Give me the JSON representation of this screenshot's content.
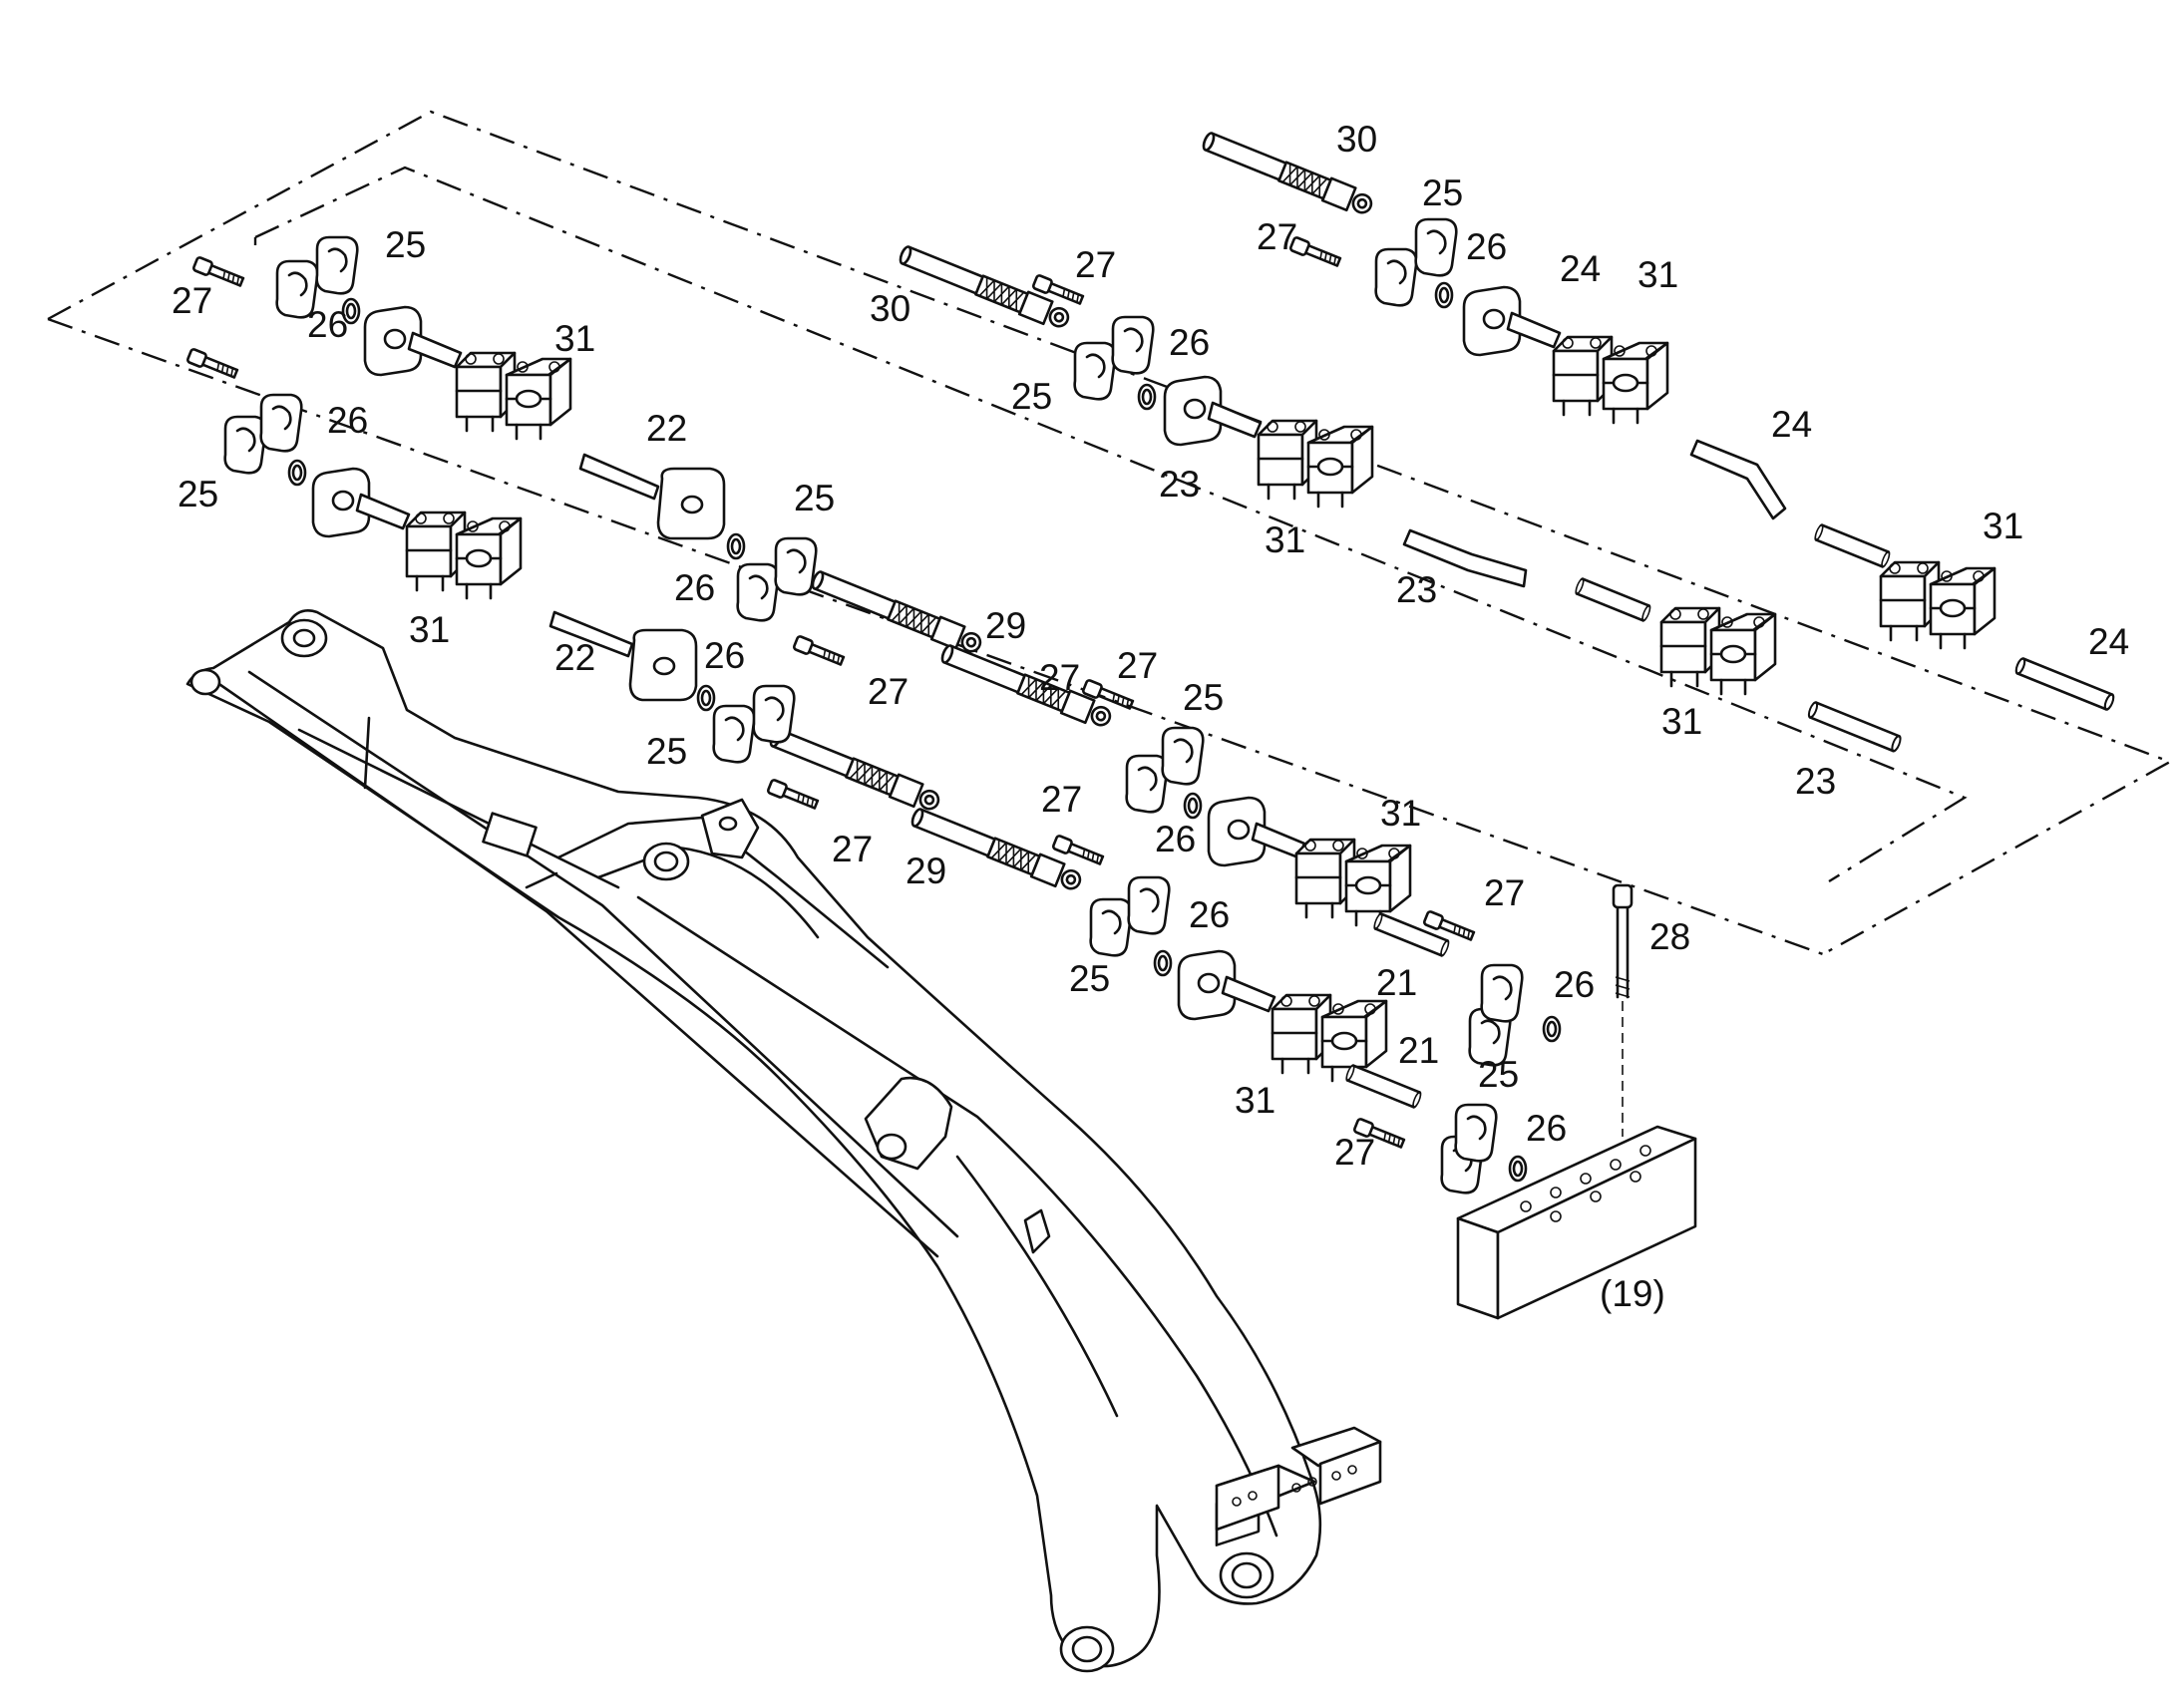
{
  "diagram": {
    "labels": [
      {
        "id": "l30a",
        "text": "30"
      },
      {
        "id": "l25a",
        "text": "25"
      },
      {
        "id": "l27a",
        "text": "27"
      },
      {
        "id": "l26a",
        "text": "26"
      },
      {
        "id": "l24a",
        "text": "24"
      },
      {
        "id": "l31a",
        "text": "31"
      },
      {
        "id": "l27b",
        "text": "27"
      },
      {
        "id": "l30b",
        "text": "30"
      },
      {
        "id": "l26b",
        "text": "26"
      },
      {
        "id": "l25b",
        "text": "25"
      },
      {
        "id": "l24b",
        "text": "24"
      },
      {
        "id": "l23a",
        "text": "23"
      },
      {
        "id": "l31b",
        "text": "31"
      },
      {
        "id": "l31c",
        "text": "31"
      },
      {
        "id": "l23b",
        "text": "23"
      },
      {
        "id": "l24c",
        "text": "24"
      },
      {
        "id": "l31d",
        "text": "31"
      },
      {
        "id": "l23c",
        "text": "23"
      },
      {
        "id": "l25c",
        "text": "25"
      },
      {
        "id": "l27c",
        "text": "27"
      },
      {
        "id": "l26c",
        "text": "26"
      },
      {
        "id": "l31e",
        "text": "31"
      },
      {
        "id": "l27d",
        "text": "27"
      },
      {
        "id": "l26d",
        "text": "26"
      },
      {
        "id": "l25d",
        "text": "25"
      },
      {
        "id": "l22a",
        "text": "22"
      },
      {
        "id": "l25e",
        "text": "25"
      },
      {
        "id": "l26e",
        "text": "26"
      },
      {
        "id": "l31f",
        "text": "31"
      },
      {
        "id": "l29a",
        "text": "29"
      },
      {
        "id": "l22b",
        "text": "22"
      },
      {
        "id": "l26f",
        "text": "26"
      },
      {
        "id": "l27e",
        "text": "27"
      },
      {
        "id": "l25f",
        "text": "25"
      },
      {
        "id": "l27f",
        "text": "27"
      },
      {
        "id": "l25g",
        "text": "25"
      },
      {
        "id": "l27g",
        "text": "27"
      },
      {
        "id": "l29b",
        "text": "29"
      },
      {
        "id": "l27h",
        "text": "27"
      },
      {
        "id": "l26g",
        "text": "26"
      },
      {
        "id": "l31g",
        "text": "31"
      },
      {
        "id": "l27i",
        "text": "27"
      },
      {
        "id": "l28a",
        "text": "28"
      },
      {
        "id": "l26h",
        "text": "26"
      },
      {
        "id": "l21a",
        "text": "21"
      },
      {
        "id": "l26i",
        "text": "26"
      },
      {
        "id": "l25h",
        "text": "25"
      },
      {
        "id": "l21b",
        "text": "21"
      },
      {
        "id": "l25i",
        "text": "25"
      },
      {
        "id": "l31h",
        "text": "31"
      },
      {
        "id": "l26j",
        "text": "26"
      },
      {
        "id": "l27j",
        "text": "27"
      },
      {
        "id": "l19a",
        "text": "(19)"
      }
    ]
  }
}
